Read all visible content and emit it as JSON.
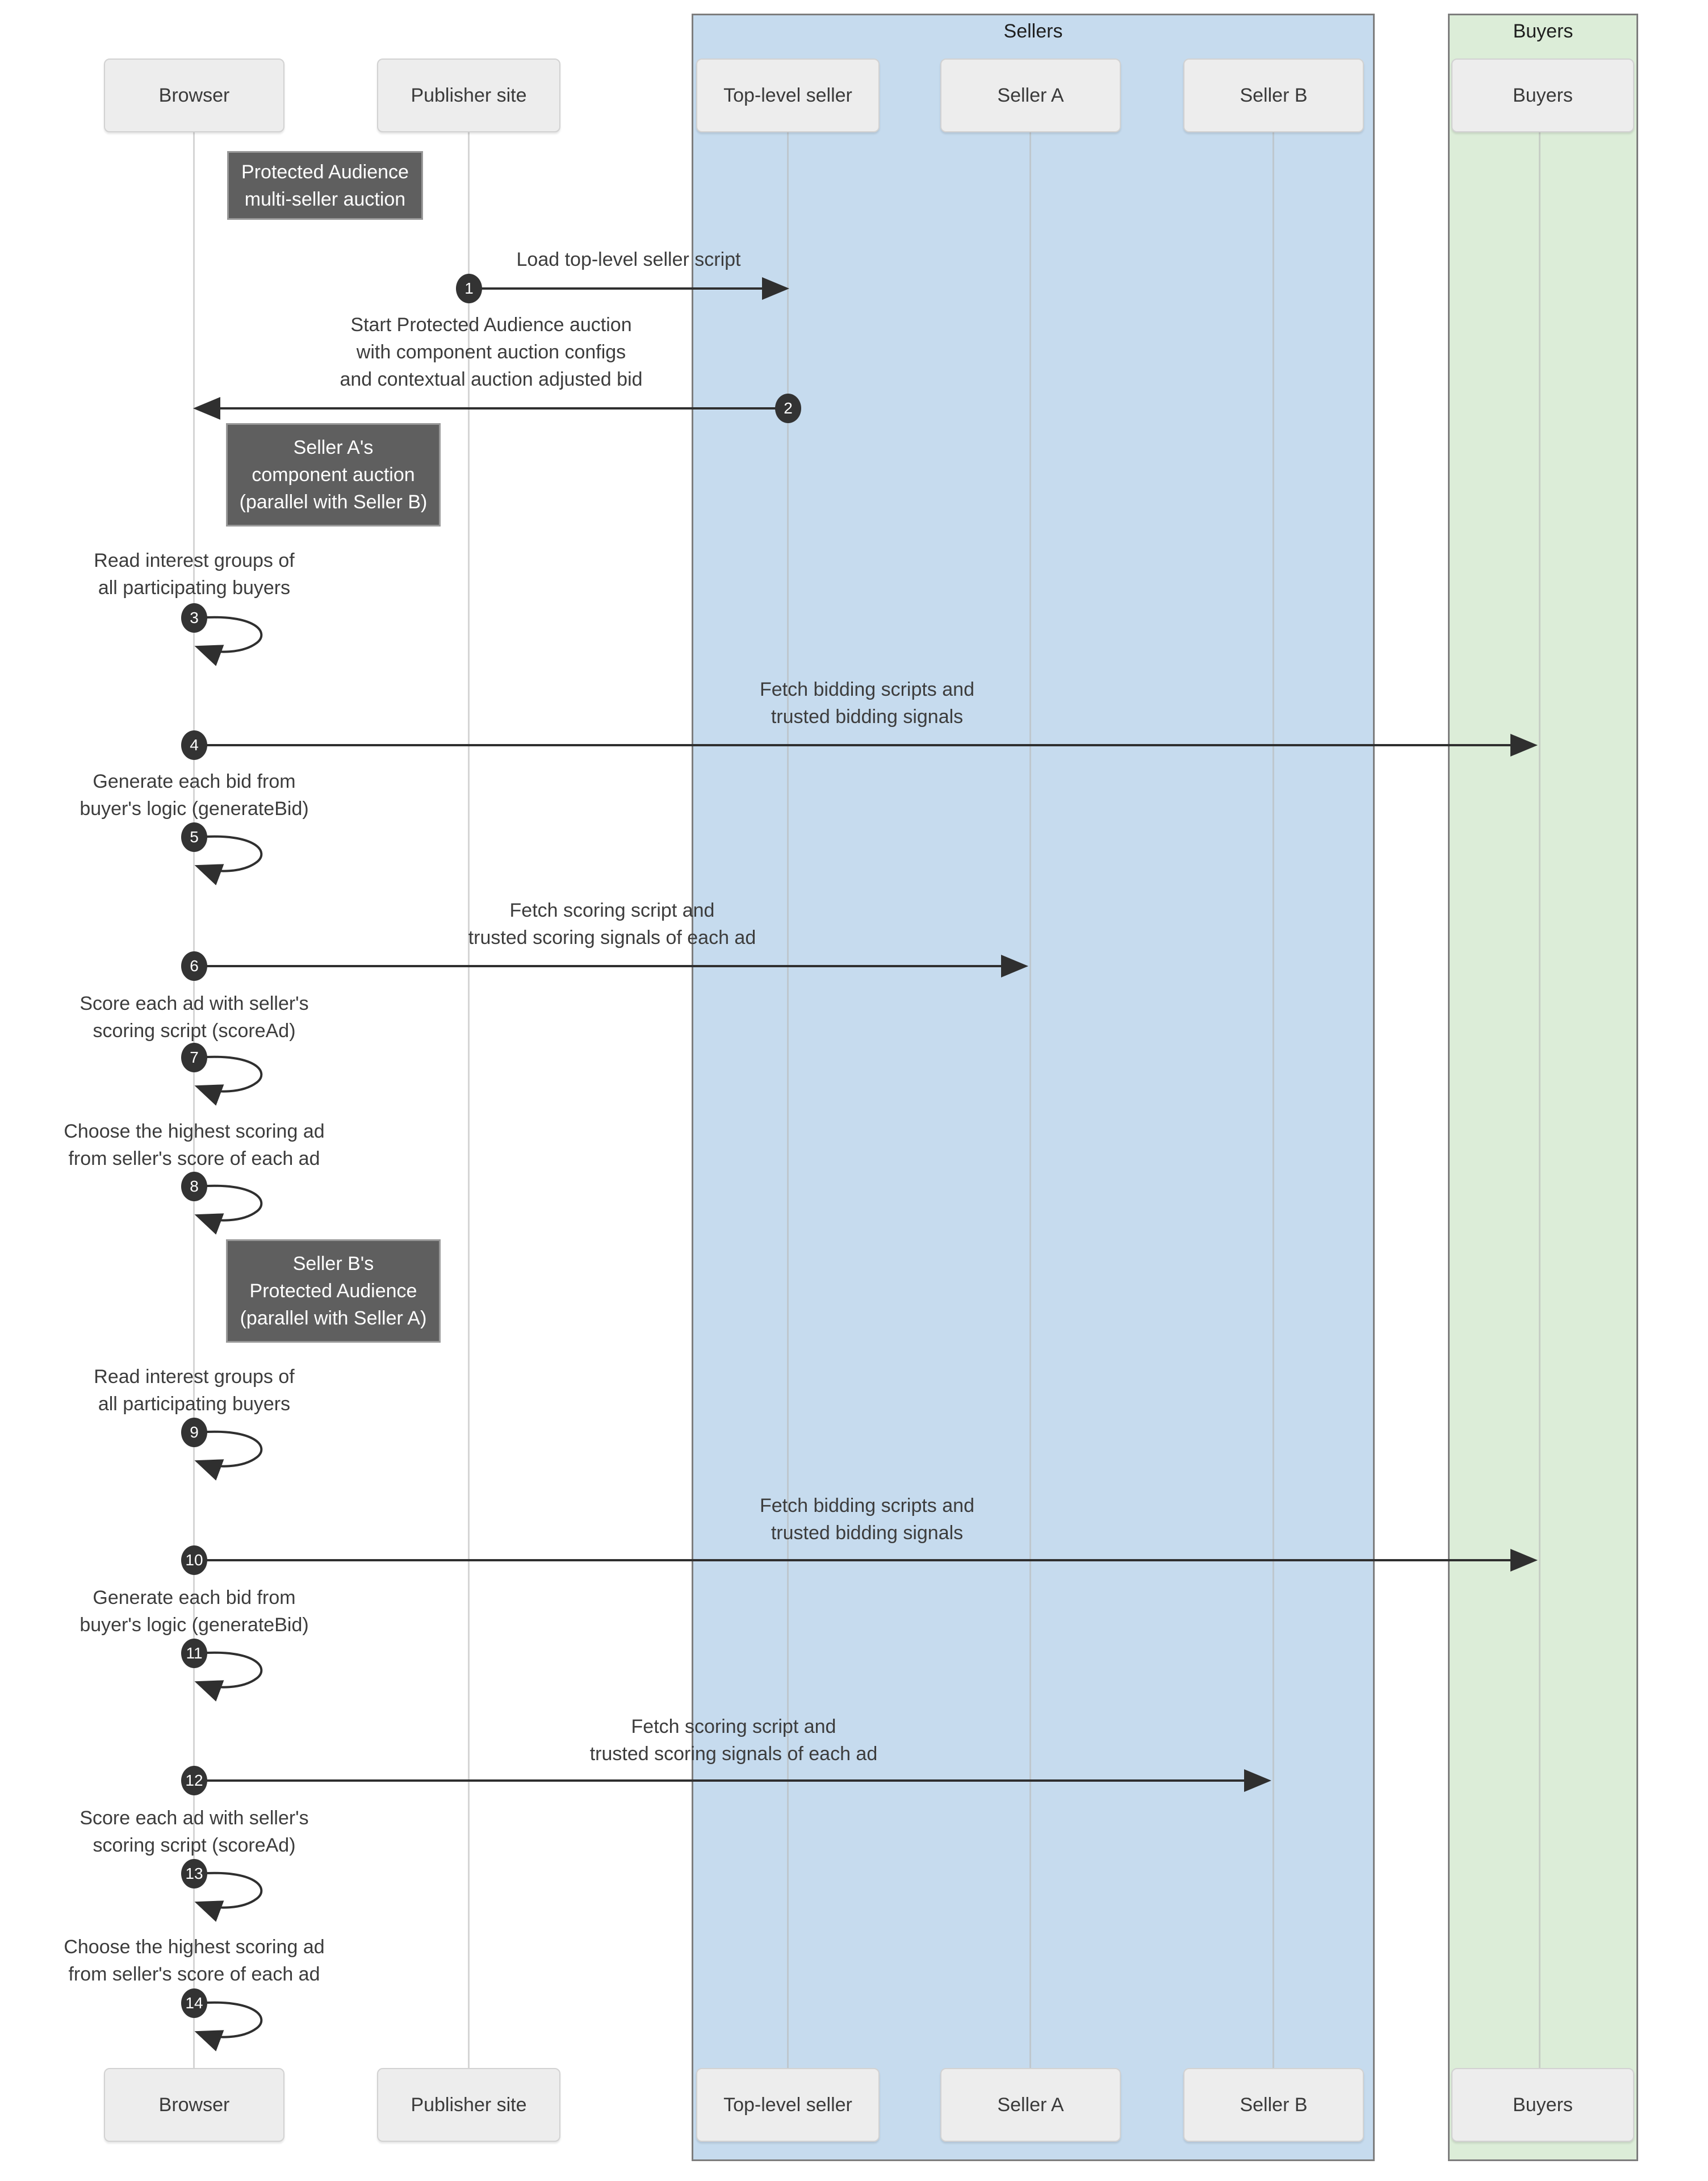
{
  "groups": {
    "sellers": {
      "label": "Sellers",
      "fill": "#c6dbee"
    },
    "buyers": {
      "label": "Buyers",
      "fill": "#dcedd8"
    }
  },
  "participants": {
    "browser": "Browser",
    "publisher": "Publisher site",
    "top_level_seller": "Top-level seller",
    "seller_a": "Seller A",
    "seller_b": "Seller B",
    "buyers": "Buyers"
  },
  "notes": {
    "auction": "Protected Audience\nmulti-seller auction",
    "seller_a": "Seller A's\ncomponent auction\n(parallel with Seller B)",
    "seller_b": "Seller B's\nProtected Audience\n(parallel with Seller A)"
  },
  "messages": {
    "m1": {
      "num": "1",
      "label": "Load top-level seller script"
    },
    "m2": {
      "num": "2",
      "label": "Start Protected Audience auction\nwith component auction configs\nand contextual auction adjusted bid"
    },
    "m3": {
      "num": "3",
      "label": "Read interest groups of\nall participating buyers"
    },
    "m4": {
      "num": "4",
      "label": "Fetch bidding scripts and\ntrusted bidding signals"
    },
    "m5": {
      "num": "5",
      "label": "Generate each bid from\nbuyer's logic (generateBid)"
    },
    "m6": {
      "num": "6",
      "label": "Fetch scoring script and\ntrusted scoring signals of each ad"
    },
    "m7": {
      "num": "7",
      "label": "Score each ad with seller's\nscoring script (scoreAd)"
    },
    "m8": {
      "num": "8",
      "label": "Choose the highest scoring ad\nfrom seller's score of each ad"
    },
    "m9": {
      "num": "9",
      "label": "Read interest groups of\nall participating buyers"
    },
    "m10": {
      "num": "10",
      "label": "Fetch bidding scripts and\ntrusted bidding signals"
    },
    "m11": {
      "num": "11",
      "label": "Generate each bid from\nbuyer's logic (generateBid)"
    },
    "m12": {
      "num": "12",
      "label": "Fetch scoring script and\ntrusted scoring signals of each ad"
    },
    "m13": {
      "num": "13",
      "label": "Score each ad with seller's\nscoring script (scoreAd)"
    },
    "m14": {
      "num": "14",
      "label": "Choose the highest scoring ad\nfrom seller's score of each ad"
    }
  }
}
